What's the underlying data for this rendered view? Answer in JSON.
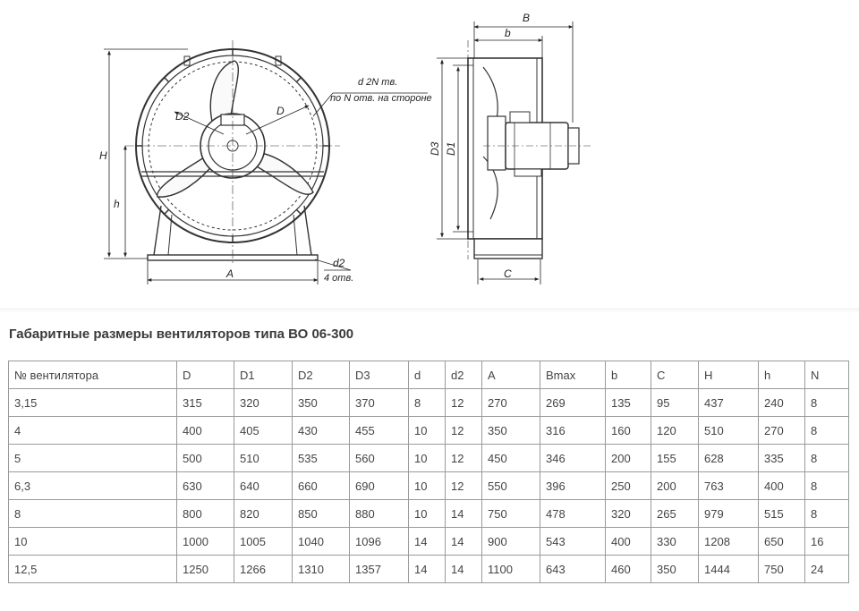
{
  "drawing": {
    "labels": {
      "H": "H",
      "h": "h",
      "D2": "D2",
      "D": "D",
      "A": "A",
      "d2": "d2",
      "holes4": "4 отв.",
      "d2N": "d 2N тв.",
      "perSide": "по N отв. на стороне",
      "B": "B",
      "b": "b",
      "D3": "D3",
      "D1": "D1",
      "C": "C"
    }
  },
  "table": {
    "title": "Габаритные размеры вентиляторов типа ВО 06-300",
    "columns": [
      "№ вентилятора",
      "D",
      "D1",
      "D2",
      "D3",
      "d",
      "d2",
      "A",
      "Bmax",
      "b",
      "C",
      "H",
      "h",
      "N"
    ],
    "rows": [
      [
        "3,15",
        "315",
        "320",
        "350",
        "370",
        "8",
        "12",
        "270",
        "269",
        "135",
        "95",
        "437",
        "240",
        "8"
      ],
      [
        "4",
        "400",
        "405",
        "430",
        "455",
        "10",
        "12",
        "350",
        "316",
        "160",
        "120",
        "510",
        "270",
        "8"
      ],
      [
        "5",
        "500",
        "510",
        "535",
        "560",
        "10",
        "12",
        "450",
        "346",
        "200",
        "155",
        "628",
        "335",
        "8"
      ],
      [
        "6,3",
        "630",
        "640",
        "660",
        "690",
        "10",
        "12",
        "550",
        "396",
        "250",
        "200",
        "763",
        "400",
        "8"
      ],
      [
        "8",
        "800",
        "820",
        "850",
        "880",
        "10",
        "14",
        "750",
        "478",
        "320",
        "265",
        "979",
        "515",
        "8"
      ],
      [
        "10",
        "1000",
        "1005",
        "1040",
        "1096",
        "14",
        "14",
        "900",
        "543",
        "400",
        "330",
        "1208",
        "650",
        "16"
      ],
      [
        "12,5",
        "1250",
        "1266",
        "1310",
        "1357",
        "14",
        "14",
        "1100",
        "643",
        "460",
        "350",
        "1444",
        "750",
        "24"
      ]
    ]
  }
}
